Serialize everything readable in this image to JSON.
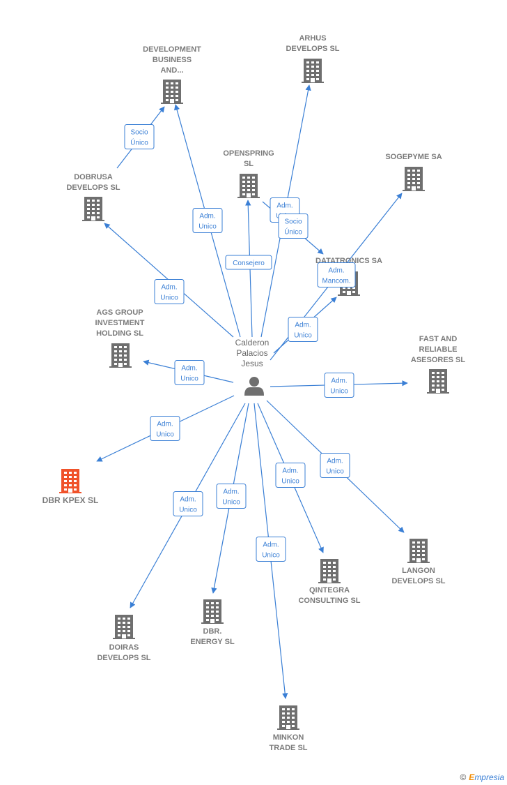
{
  "center": {
    "label_lines": [
      "Calderon",
      "Palacios",
      "Jesus"
    ],
    "icon": "person-icon"
  },
  "companies": [
    {
      "id": "development-business",
      "label_lines": [
        "DEVELOPMENT",
        "BUSINESS",
        "AND..."
      ],
      "icon": "building-icon"
    },
    {
      "id": "arhus-develops",
      "label_lines": [
        "ARHUS",
        "DEVELOPS  SL"
      ],
      "icon": "building-icon"
    },
    {
      "id": "openspring",
      "label_lines": [
        "OPENSPRING",
        "SL"
      ],
      "icon": "building-icon"
    },
    {
      "id": "sogepyme",
      "label_lines": [
        "SOGEPYME SA"
      ],
      "icon": "building-icon"
    },
    {
      "id": "dobrusa-develops",
      "label_lines": [
        "DOBRUSA",
        "DEVELOPS SL"
      ],
      "icon": "building-icon"
    },
    {
      "id": "datatronics",
      "label_lines": [
        "DATATRONICS SA"
      ],
      "icon": "building-icon"
    },
    {
      "id": "ags-group",
      "label_lines": [
        "AGS GROUP",
        "INVESTMENT",
        "HOLDING  SL"
      ],
      "icon": "building-icon"
    },
    {
      "id": "fast-reliable",
      "label_lines": [
        "FAST AND",
        "RELIABLE",
        "ASESORES  SL"
      ],
      "icon": "building-icon"
    },
    {
      "id": "dbr-kpex",
      "label_lines": [
        "DBR KPEX  SL"
      ],
      "icon": "building-icon",
      "highlight": true
    },
    {
      "id": "langon-develops",
      "label_lines": [
        "LANGON",
        "DEVELOPS  SL"
      ],
      "icon": "building-icon"
    },
    {
      "id": "qintegra-consulting",
      "label_lines": [
        "QINTEGRA",
        "CONSULTING SL"
      ],
      "icon": "building-icon"
    },
    {
      "id": "dbr-energy",
      "label_lines": [
        "DBR.",
        "ENERGY  SL"
      ],
      "icon": "building-icon"
    },
    {
      "id": "doiras-develops",
      "label_lines": [
        "DOIRAS",
        "DEVELOPS SL"
      ],
      "icon": "building-icon"
    },
    {
      "id": "minkon-trade",
      "label_lines": [
        "MINKON",
        "TRADE  SL"
      ],
      "icon": "building-icon"
    }
  ],
  "edges": [
    {
      "from": "dobrusa-develops",
      "to": "development-business",
      "label_lines": [
        "Socio",
        "Único"
      ]
    },
    {
      "from": "center",
      "to": "development-business",
      "label_lines": [
        "Adm.",
        "Unico"
      ]
    },
    {
      "from": "center",
      "to": "arhus-develops",
      "label_lines": [
        "Adm.",
        "Unico"
      ]
    },
    {
      "from": "center",
      "to": "openspring",
      "label_lines": [
        "Consejero"
      ]
    },
    {
      "from": "openspring",
      "to": "datatronics",
      "label_lines": [
        "Socio",
        "Único"
      ]
    },
    {
      "from": "center",
      "to": "sogepyme",
      "label_lines": [
        "Adm.",
        "Mancom."
      ]
    },
    {
      "from": "center",
      "to": "dobrusa-develops",
      "label_lines": [
        "Adm.",
        "Unico"
      ]
    },
    {
      "from": "center",
      "to": "datatronics",
      "label_lines": [
        "Adm.",
        "Unico"
      ]
    },
    {
      "from": "center",
      "to": "ags-group",
      "label_lines": [
        "Adm.",
        "Unico"
      ]
    },
    {
      "from": "center",
      "to": "fast-reliable",
      "label_lines": [
        "Adm.",
        "Unico"
      ]
    },
    {
      "from": "center",
      "to": "dbr-kpex",
      "label_lines": [
        "Adm.",
        "Unico"
      ]
    },
    {
      "from": "center",
      "to": "langon-develops",
      "label_lines": [
        "Adm.",
        "Unico"
      ]
    },
    {
      "from": "center",
      "to": "qintegra-consulting",
      "label_lines": [
        "Adm.",
        "Unico"
      ]
    },
    {
      "from": "center",
      "to": "dbr-energy",
      "label_lines": [
        "Adm.",
        "Unico"
      ]
    },
    {
      "from": "center",
      "to": "doiras-develops",
      "label_lines": [
        "Adm.",
        "Unico"
      ]
    },
    {
      "from": "center",
      "to": "minkon-trade",
      "label_lines": [
        "Adm.",
        "Unico"
      ]
    }
  ],
  "colors": {
    "edge": "#3a7fd5",
    "building": "#6f6f6f",
    "building_highlight": "#f0522a",
    "person": "#6f6f6f"
  },
  "brand": {
    "symbol": "©",
    "first_letter": "E",
    "rest": "mpresia"
  }
}
